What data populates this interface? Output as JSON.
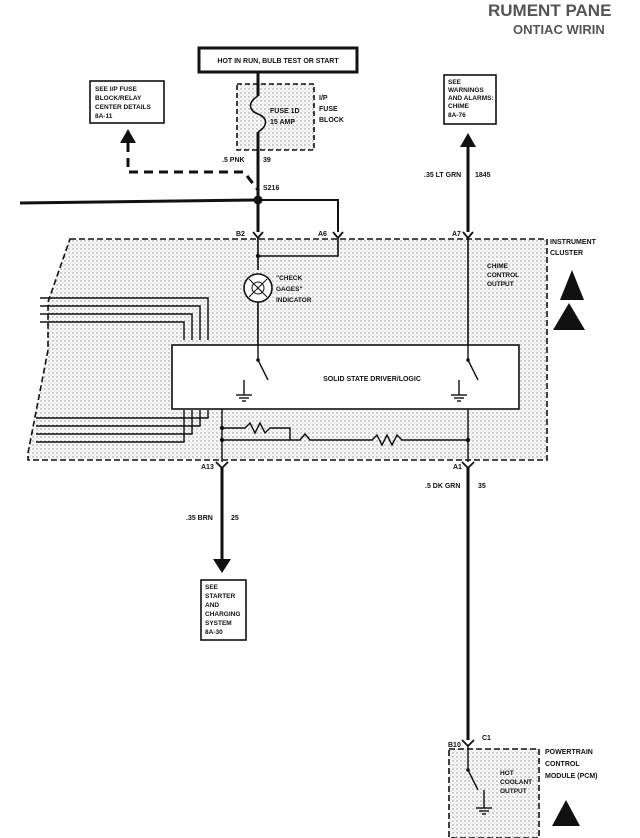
{
  "header": {
    "line1": "RUMENT PANE",
    "line2": "ONTIAC WIRIN"
  },
  "power_source": {
    "label": "HOT IN RUN, BULB TEST OR START"
  },
  "fuse": {
    "name": "FUSE 1D",
    "rating": "15 AMP",
    "block_line1": "I/P",
    "block_line2": "FUSE",
    "block_line3": "BLOCK"
  },
  "references": {
    "fuse_block": [
      "SEE I/P FUSE",
      "BLOCK/RELAY",
      "CENTER DETAILS",
      "8A-11"
    ],
    "warnings": [
      "SEE",
      "WARNINGS",
      "AND ALARMS:",
      "CHIME",
      "8A-76"
    ],
    "starter": [
      "SEE",
      "STARTER",
      "AND",
      "CHARGING",
      "SYSTEM",
      "8A-30"
    ]
  },
  "wires": {
    "pnk_size_color": ".5 PNK",
    "pnk_circuit": "39",
    "ltgrn_size_color": ".35 LT GRN",
    "ltgrn_circuit": "1845",
    "brn_size_color": ".35 BRN",
    "brn_circuit": "25",
    "dkgrn_size_color": ".5 DK GRN",
    "dkgrn_circuit": "35"
  },
  "splice": "S216",
  "connectors": {
    "b2": "B2",
    "a6": "A6",
    "a7": "A7",
    "a13": "A13",
    "a1": "A1",
    "b10": "B10",
    "c1": "C1"
  },
  "instrument_cluster": {
    "line1": "INSTRUMENT",
    "line2": "CLUSTER"
  },
  "check_gages": [
    "\"CHECK",
    "GAGES\"",
    "INDICATOR"
  ],
  "chime_output": [
    "CHIME",
    "CONTROL",
    "OUTPUT"
  ],
  "driver_logic": "SOLID STATE DRIVER/LOGIC",
  "pcm": {
    "line1": "POWERTRAIN",
    "line2": "CONTROL",
    "line3": "MODULE (PCM)",
    "output": [
      "HOT",
      "COOLANT",
      "OUTPUT"
    ]
  }
}
